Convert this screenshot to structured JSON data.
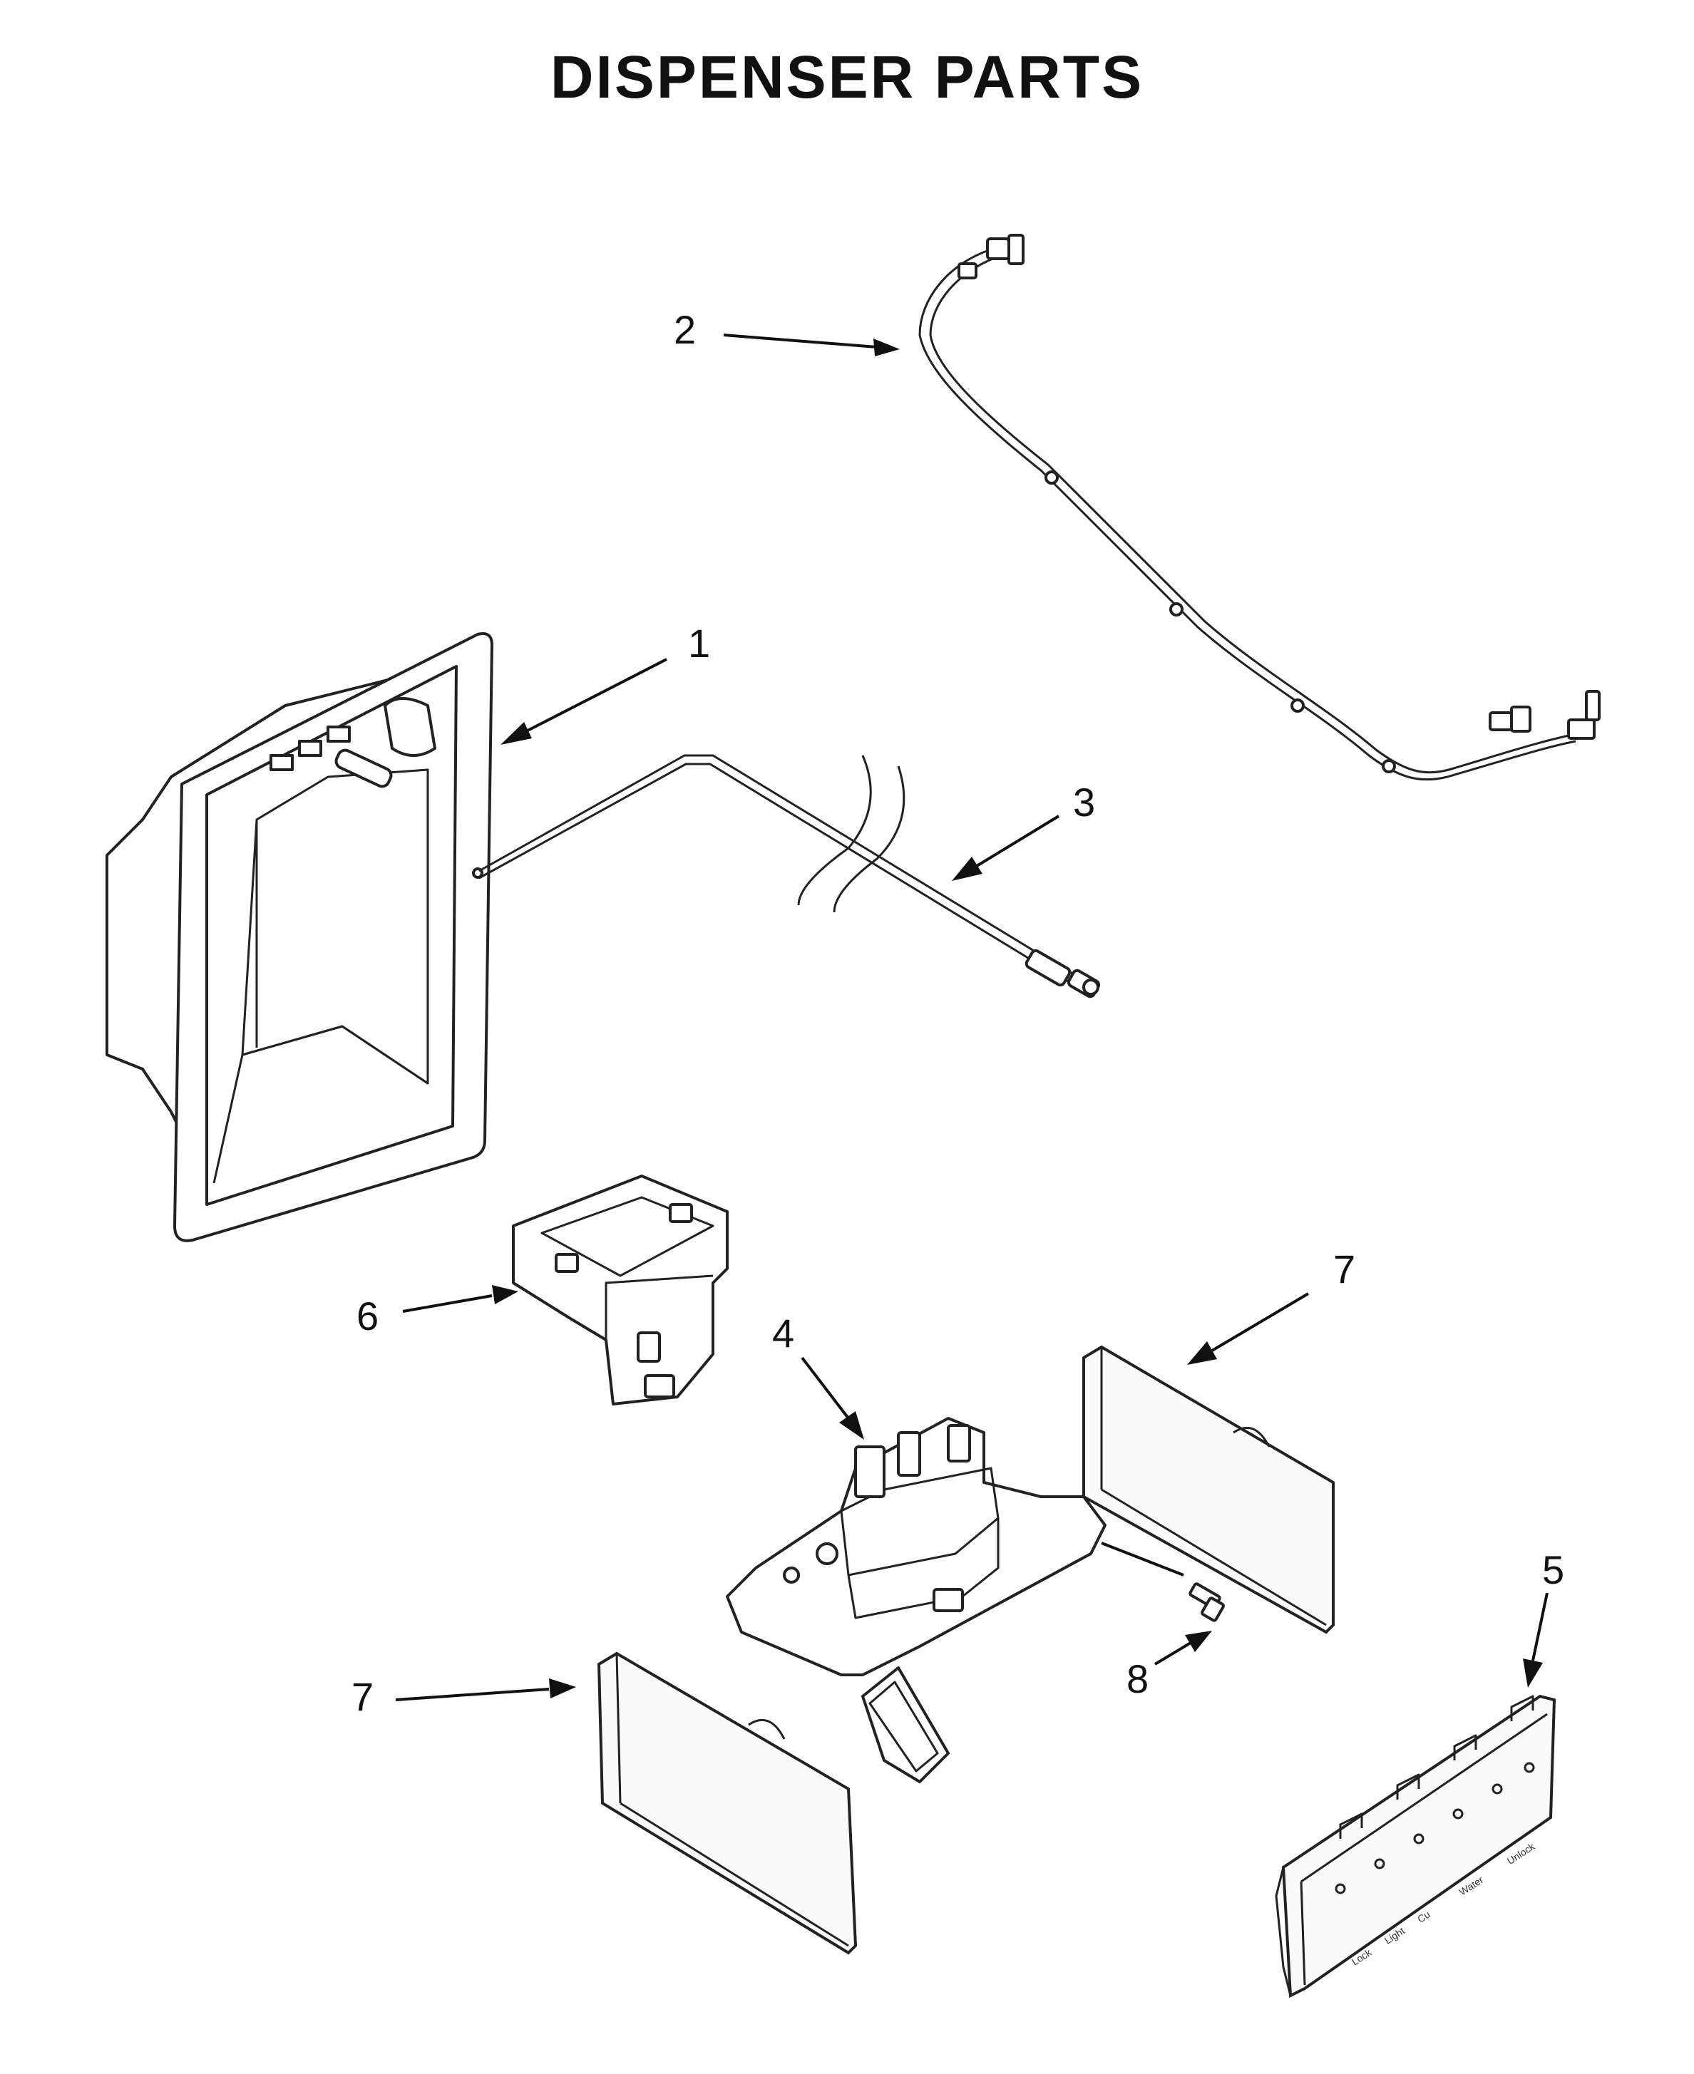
{
  "title": "DISPENSER PARTS",
  "callouts": [
    {
      "id": "1",
      "label": "1"
    },
    {
      "id": "2",
      "label": "2"
    },
    {
      "id": "3",
      "label": "3"
    },
    {
      "id": "4",
      "label": "4"
    },
    {
      "id": "5",
      "label": "5"
    },
    {
      "id": "6",
      "label": "6"
    },
    {
      "id": "7a",
      "label": "7"
    },
    {
      "id": "7b",
      "label": "7"
    },
    {
      "id": "8",
      "label": "8"
    }
  ],
  "control_panel_labels": [
    "Lock",
    "Light",
    "Cu",
    "Water",
    "Unlock"
  ]
}
